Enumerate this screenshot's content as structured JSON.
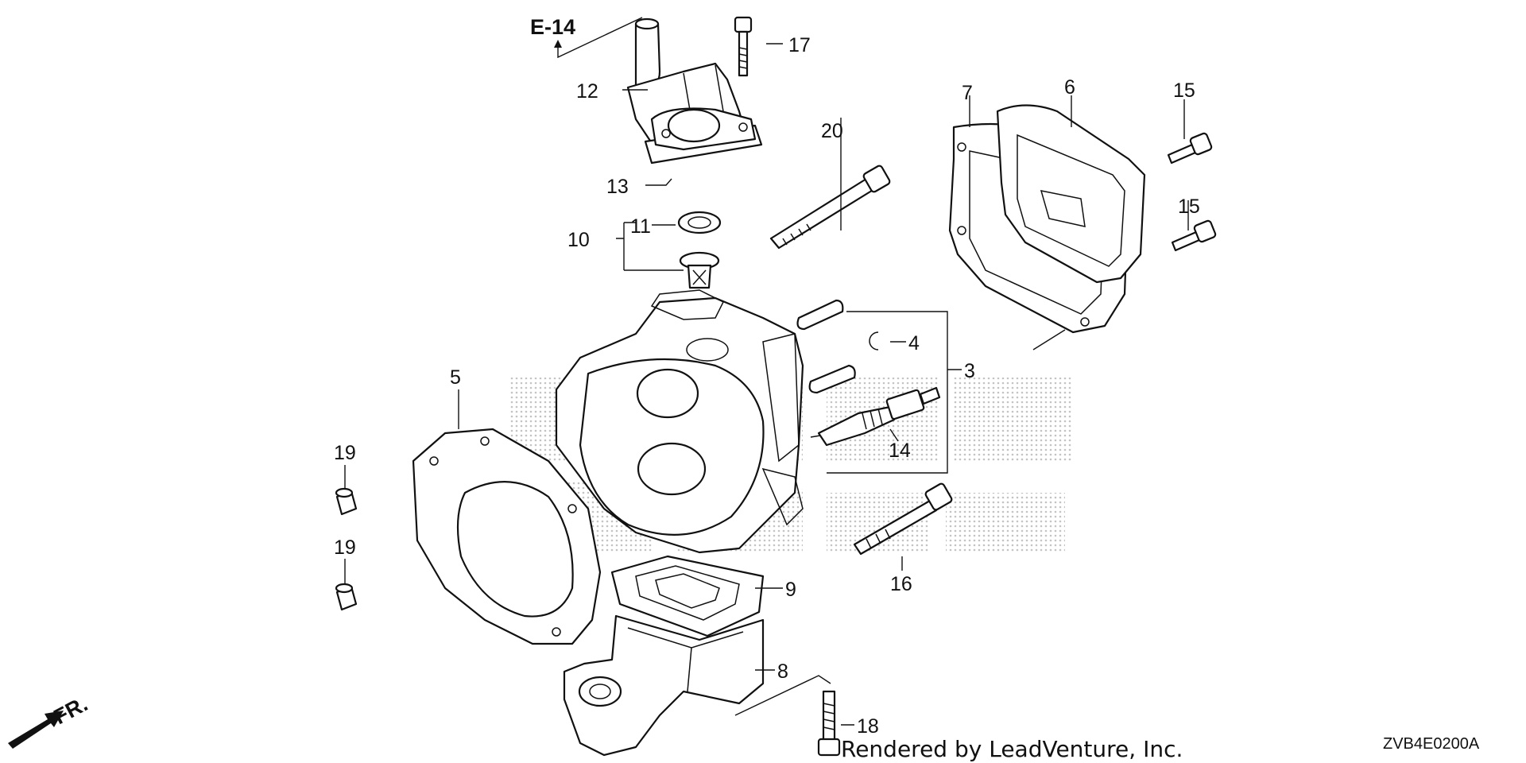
{
  "diagram": {
    "reference_label": "E-14",
    "callouts": [
      "17",
      "12",
      "13",
      "11",
      "10",
      "20",
      "7",
      "6",
      "15",
      "15",
      "4",
      "3",
      "14",
      "5",
      "19",
      "19",
      "9",
      "16",
      "8",
      "18"
    ],
    "credit": "Rendered by LeadVenture, Inc.",
    "diagram_code": "ZVB4E0200A",
    "front_indicator": "FR."
  },
  "colors": {
    "line": "#111111",
    "background": "#ffffff",
    "watermark": "#bdbdbd"
  }
}
